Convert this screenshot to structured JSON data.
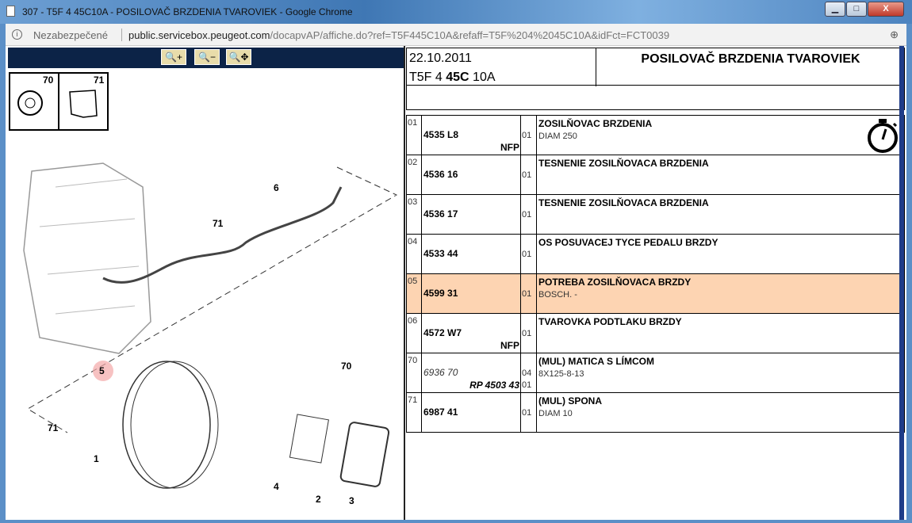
{
  "window": {
    "title": "307 - T5F 4 45C10A - POSILOVAČ BRZDENIA TVAROVIEK - Google Chrome",
    "min": "▁",
    "max": "□",
    "close": "X"
  },
  "address": {
    "security": "Nezabezpečené",
    "host": "public.servicebox.peugeot.com",
    "path": "/docapvAP/affiche.do?ref=T5F445C10A&refaff=T5F%204%2045C10A&idFct=FCT0039"
  },
  "toolbar": {
    "zoom_in": "🔍+",
    "zoom_out": "🔍−",
    "zoom_move": "🔍✥"
  },
  "diagram": {
    "thumbs": [
      "70",
      "71"
    ],
    "labels": [
      "6",
      "71",
      "5",
      "70",
      "71",
      "1",
      "4",
      "2",
      "3"
    ]
  },
  "header": {
    "date": "22.10.2011",
    "code_prefix": "T5F 4 ",
    "code_bold": "45C",
    "code_suffix": " 10A",
    "title": "POSILOVAČ BRZDENIA TVAROVIEK"
  },
  "parts": [
    {
      "no": "01",
      "ref": "4535 L8",
      "nfp": "NFP",
      "qty": "01",
      "name": "ZOSILŇOVAC BRZDENIA",
      "detail": "DIAM 250",
      "timer": true
    },
    {
      "no": "02",
      "ref": "4536 16",
      "qty": "01",
      "name": "TESNENIE ZOSILŇOVACA BRZDENIA"
    },
    {
      "no": "03",
      "ref": "4536 17",
      "qty": "01",
      "name": "TESNENIE ZOSILŇOVACA BRZDENIA"
    },
    {
      "no": "04",
      "ref": "4533 44",
      "qty": "01",
      "name": "OS POSUVACEJ TYCE PEDALU BRZDY"
    },
    {
      "no": "05",
      "ref": "4599 31",
      "qty": "01",
      "name": "POTREBA ZOSILŇOVACA BRZDY",
      "detail": "BOSCH. -",
      "highlight": true
    },
    {
      "no": "06",
      "ref": "4572 W7",
      "nfp": "NFP",
      "qty": "01",
      "name": "TVAROVKA PODTLAKU BRZDY"
    },
    {
      "no": "70",
      "ref": "6936 70",
      "ref_italic": true,
      "nfp": "RP 4503 43",
      "qty": "04",
      "qty2": "01",
      "name": "(MUL) MATICA S LÍMCOM",
      "detail": "8X125-8-13"
    },
    {
      "no": "71",
      "ref": "6987 41",
      "qty": "01",
      "name": "(MUL) SPONA",
      "detail": "DIAM 10"
    }
  ]
}
